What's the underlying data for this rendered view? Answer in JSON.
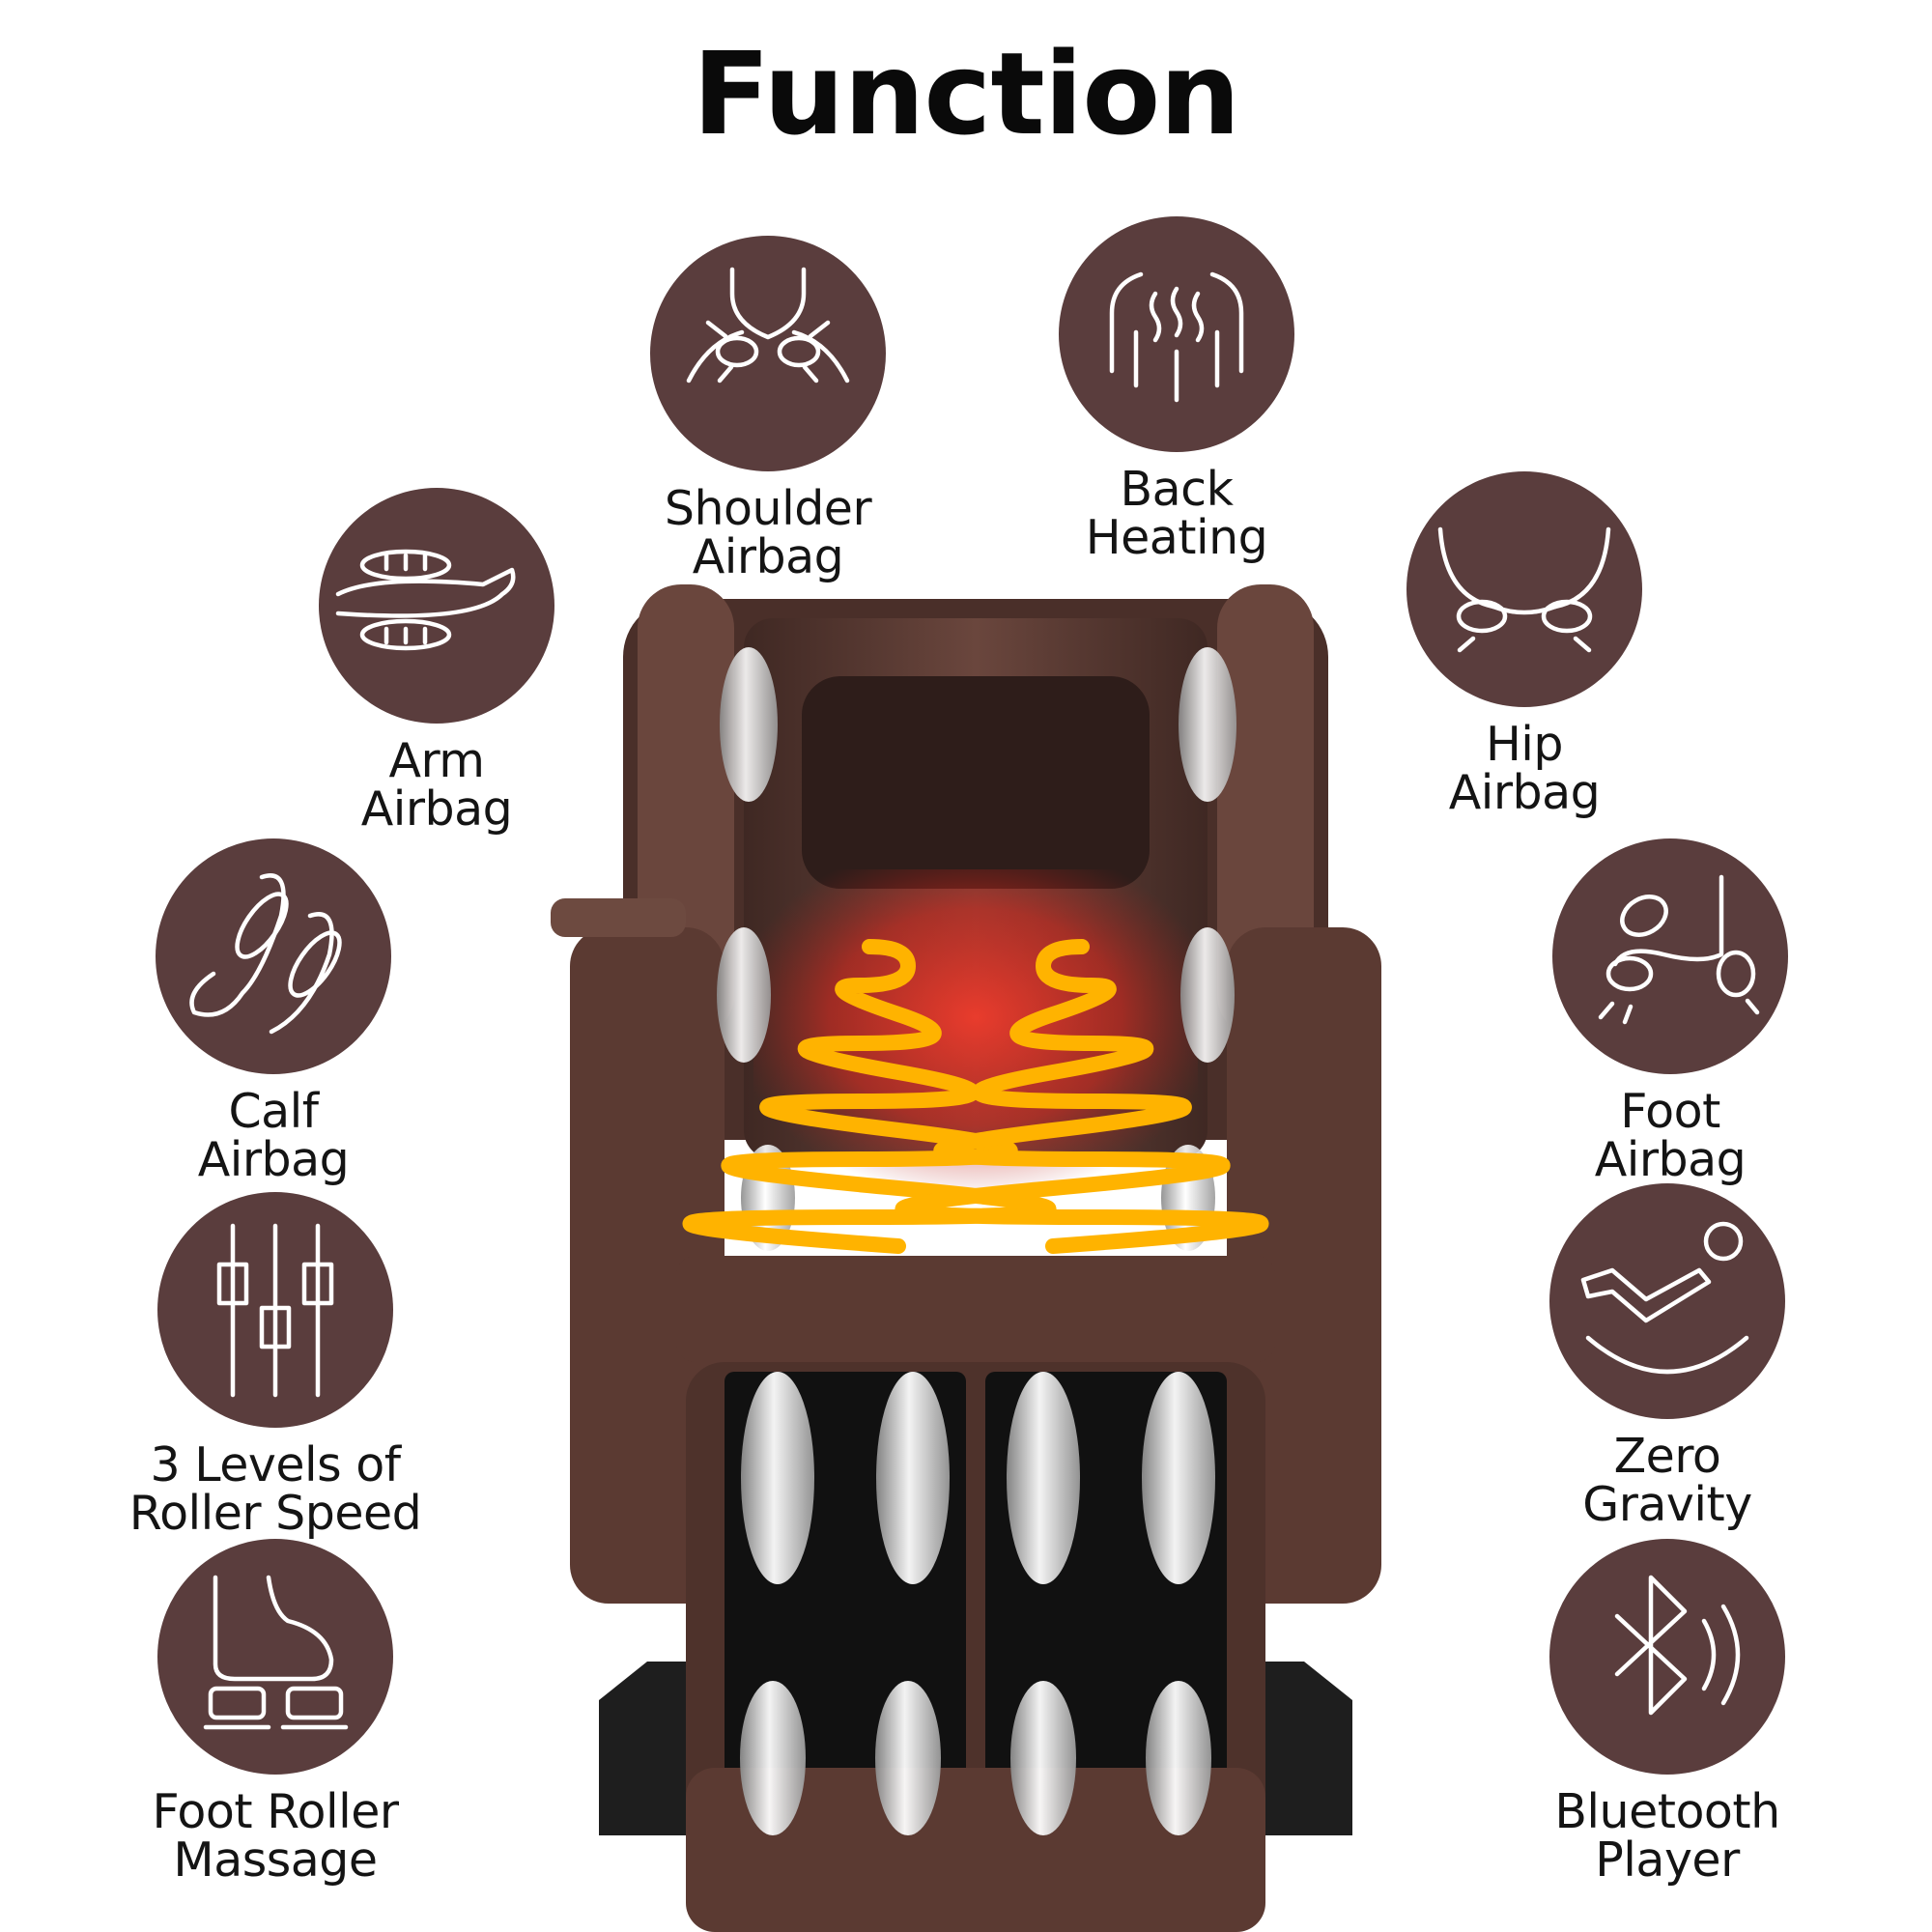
{
  "title": "Function",
  "features": [
    {
      "id": "shoulder-airbag",
      "lines": [
        "Shoulder",
        "Airbag"
      ],
      "icon": "shoulder-airbag-icon"
    },
    {
      "id": "back-heating",
      "lines": [
        "Back",
        "Heating"
      ],
      "icon": "back-heating-icon"
    },
    {
      "id": "arm-airbag",
      "lines": [
        "Arm",
        "Airbag"
      ],
      "icon": "arm-airbag-icon"
    },
    {
      "id": "hip-airbag",
      "lines": [
        "Hip",
        "Airbag"
      ],
      "icon": "hip-airbag-icon"
    },
    {
      "id": "calf-airbag",
      "lines": [
        "Calf",
        "Airbag"
      ],
      "icon": "calf-airbag-icon"
    },
    {
      "id": "foot-airbag",
      "lines": [
        "Foot",
        "Airbag"
      ],
      "icon": "foot-airbag-icon"
    },
    {
      "id": "roller-speed",
      "lines": [
        "3 Levels of",
        "Roller Speed"
      ],
      "icon": "sliders-icon"
    },
    {
      "id": "zero-gravity",
      "lines": [
        "Zero",
        "Gravity"
      ],
      "icon": "zero-gravity-icon"
    },
    {
      "id": "foot-roller",
      "lines": [
        "Foot Roller",
        "Massage"
      ],
      "icon": "foot-roller-icon"
    },
    {
      "id": "bluetooth",
      "lines": [
        "Bluetooth",
        "Player"
      ],
      "icon": "bluetooth-icon"
    }
  ],
  "colors": {
    "icon_bg": "#5a3d3d",
    "chair": "#5b3a32",
    "heat": "#ffb300"
  }
}
